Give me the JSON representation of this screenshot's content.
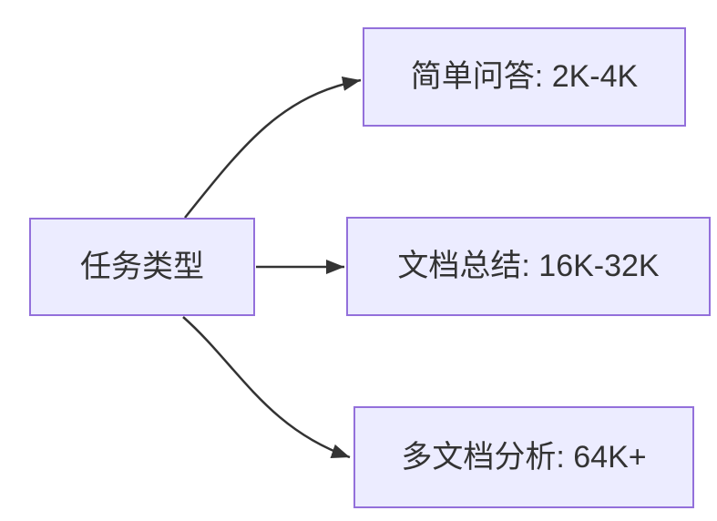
{
  "diagram": {
    "type": "flowchart",
    "direction": "left-to-right",
    "root": {
      "id": "task-type",
      "label": "任务类型"
    },
    "nodes": [
      {
        "id": "simple-qa",
        "label": "简单问答: 2K-4K"
      },
      {
        "id": "doc-summary",
        "label": "文档总结: 16K-32K"
      },
      {
        "id": "multi-doc-analysis",
        "label": "多文档分析: 64K+"
      }
    ],
    "edges": [
      {
        "from": "task-type",
        "to": "simple-qa",
        "style": "curved-up-arrow"
      },
      {
        "from": "task-type",
        "to": "doc-summary",
        "style": "straight-arrow"
      },
      {
        "from": "task-type",
        "to": "multi-doc-analysis",
        "style": "curved-down-arrow"
      }
    ],
    "colors": {
      "node_fill": "#ECECFF",
      "node_border": "#9370DB",
      "edge": "#333333",
      "text": "#333333",
      "background": "#FFFFFF"
    }
  }
}
